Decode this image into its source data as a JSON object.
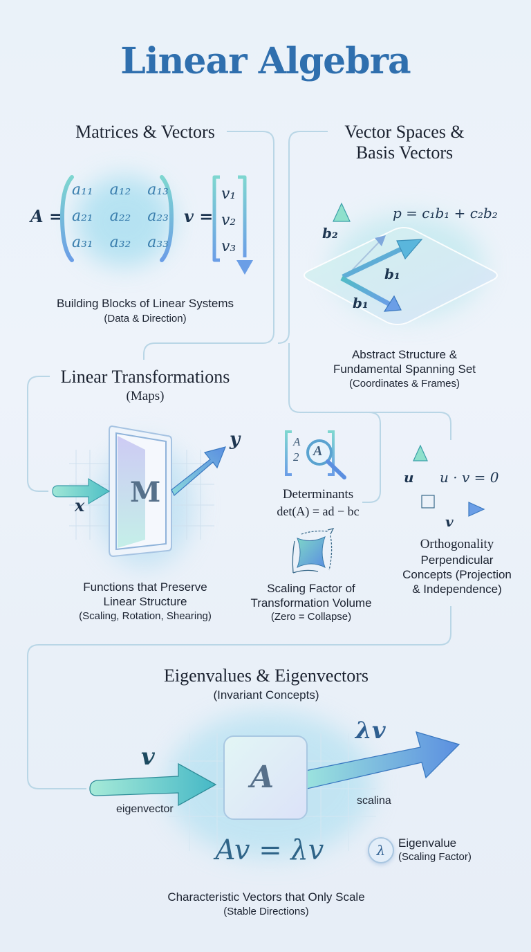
{
  "title": "Linear Algebra",
  "sections": {
    "matrices": {
      "heading": "Matrices & Vectors",
      "matrix_label": "A =",
      "matrix_entries": [
        [
          "a11",
          "a12",
          "a13"
        ],
        [
          "a21",
          "a22",
          "a23"
        ],
        [
          "a31",
          "a32",
          "a33"
        ]
      ],
      "vector_label": "v =",
      "vector_entries": [
        "v1",
        "v2",
        "v3"
      ],
      "caption": "Building Blocks of Linear Systems",
      "caption_sub": "(Data & Direction)"
    },
    "vector_spaces": {
      "heading_line1": "Vector Spaces &",
      "heading_line2": "Basis Vectors",
      "formula": "p = c₁b₁ + c₂b₂",
      "label_b2": "b₂",
      "label_b1_upper": "b₁",
      "label_b1_lower": "b₁",
      "caption_line1": "Abstract Structure &",
      "caption_line2": "Fundamental Spanning Set",
      "caption_sub": "(Coordinates & Frames)"
    },
    "transformations": {
      "heading": "Linear Transformations",
      "heading_sub": "(Maps)",
      "matrix_symbol": "M",
      "input_label": "x",
      "output_label": "y",
      "caption_line1": "Functions that Preserve",
      "caption_line2": "Linear Structure",
      "caption_sub": "(Scaling, Rotation, Shearing)"
    },
    "determinants": {
      "icon_letters": [
        "A",
        "2"
      ],
      "icon_lens_letter": "A",
      "heading": "Determinants",
      "formula": "det(A) = ad − bc",
      "caption_line1": "Scaling Factor of",
      "caption_line2": "Transformation Volume",
      "caption_sub": "(Zero = Collapse)"
    },
    "orthogonality": {
      "label_u": "u",
      "label_v": "v",
      "formula": "u · v = 0",
      "caption_line1": "Orthogonality",
      "caption_line2": "Perpendicular",
      "caption_line3": "Concepts (Projection",
      "caption_line4": "& Independence)"
    },
    "eigen": {
      "heading": "Eigenvalues & Eigenvectors",
      "heading_sub": "(Invariant Concepts)",
      "input_label": "v",
      "input_caption": "eigenvector",
      "matrix_symbol": "A",
      "output_label": "λv",
      "output_caption": "scalina",
      "equation": "Av = λv",
      "lambda_symbol": "λ",
      "legend_line1": "Eigenvalue",
      "legend_line2": "(Scaling Factor)",
      "caption": "Characteristic Vectors that Only Scale",
      "caption_sub": "(Stable Directions)"
    }
  },
  "colors": {
    "title": "#2f6fae",
    "teal": "#5cc8c2",
    "blue": "#5b8fe0",
    "connector": "#b9d3e6",
    "text": "#1b2230"
  }
}
